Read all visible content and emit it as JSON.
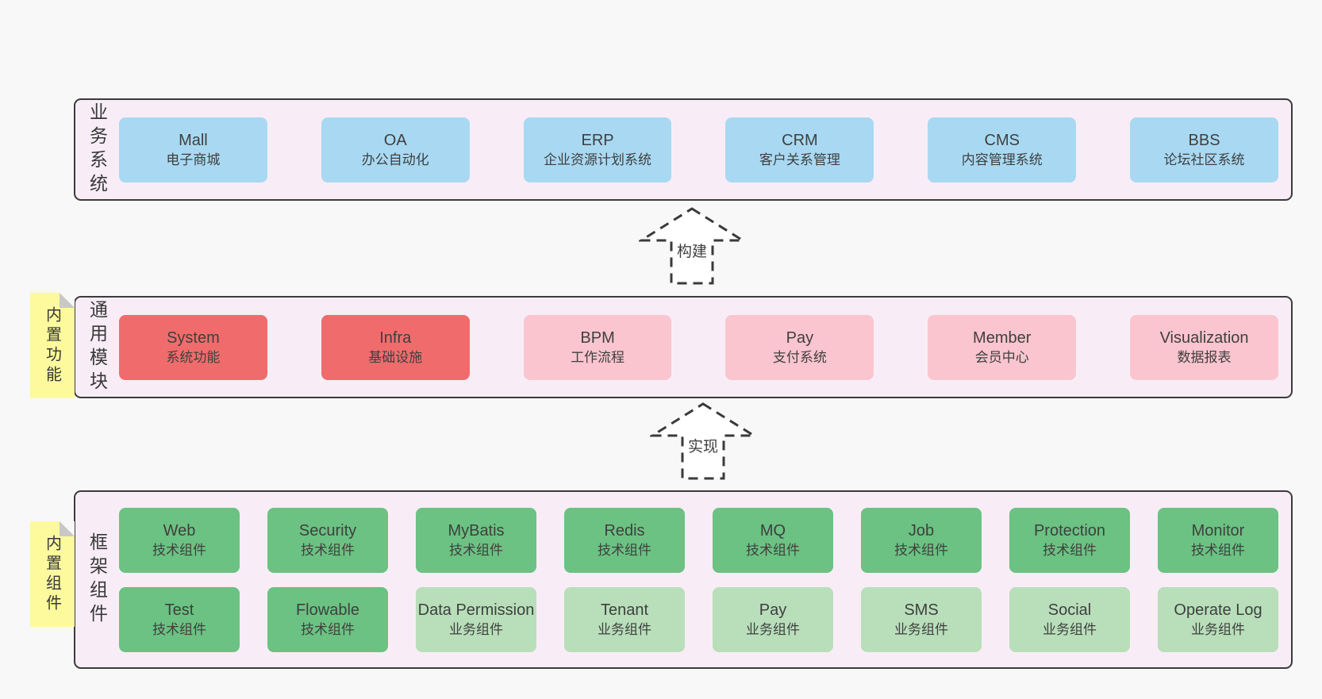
{
  "colors": {
    "page_bg": "#f8f8f8",
    "band_bg": "#f8edf6",
    "band_border": "#3b3b3b",
    "box_blue": "#a9d9f2",
    "box_red": "#f06c6c",
    "box_pink": "#fac5cf",
    "box_green": "#6bc282",
    "box_lightgreen": "#b8dfba",
    "note_yellow": "#fcfa9d",
    "note_fold_gray": "#c8c8c8",
    "text": "#3f3f3f"
  },
  "arrows": [
    {
      "id": "build",
      "label": "构建"
    },
    {
      "id": "implement",
      "label": "实现"
    }
  ],
  "bands": [
    {
      "id": "business",
      "side_label": "业务系统",
      "note": null,
      "cols": 6,
      "rows": [
        [
          {
            "name": "Mall",
            "desc": "电子商城",
            "type": "blue"
          },
          {
            "name": "OA",
            "desc": "办公自动化",
            "type": "blue"
          },
          {
            "name": "ERP",
            "desc": "企业资源计划系统",
            "type": "blue"
          },
          {
            "name": "CRM",
            "desc": "客户关系管理",
            "type": "blue"
          },
          {
            "name": "CMS",
            "desc": "内容管理系统",
            "type": "blue"
          },
          {
            "name": "BBS",
            "desc": "论坛社区系统",
            "type": "blue"
          }
        ]
      ]
    },
    {
      "id": "modules",
      "side_label": "通用模块",
      "note": "内置功能",
      "cols": 6,
      "rows": [
        [
          {
            "name": "System",
            "desc": "系统功能",
            "type": "red"
          },
          {
            "name": "Infra",
            "desc": "基础设施",
            "type": "red"
          },
          {
            "name": "BPM",
            "desc": "工作流程",
            "type": "pink"
          },
          {
            "name": "Pay",
            "desc": "支付系统",
            "type": "pink"
          },
          {
            "name": "Member",
            "desc": "会员中心",
            "type": "pink"
          },
          {
            "name": "Visualization",
            "desc": "数据报表",
            "type": "pink"
          }
        ]
      ]
    },
    {
      "id": "components",
      "side_label": "框架组件",
      "note": "内置组件",
      "cols": 8,
      "rows": [
        [
          {
            "name": "Web",
            "desc": "技术组件",
            "type": "green"
          },
          {
            "name": "Security",
            "desc": "技术组件",
            "type": "green"
          },
          {
            "name": "MyBatis",
            "desc": "技术组件",
            "type": "green"
          },
          {
            "name": "Redis",
            "desc": "技术组件",
            "type": "green"
          },
          {
            "name": "MQ",
            "desc": "技术组件",
            "type": "green"
          },
          {
            "name": "Job",
            "desc": "技术组件",
            "type": "green"
          },
          {
            "name": "Protection",
            "desc": "技术组件",
            "type": "green"
          },
          {
            "name": "Monitor",
            "desc": "技术组件",
            "type": "green"
          }
        ],
        [
          {
            "name": "Test",
            "desc": "技术组件",
            "type": "green"
          },
          {
            "name": "Flowable",
            "desc": "技术组件",
            "type": "green"
          },
          {
            "name": "Data Permission",
            "desc": "业务组件",
            "type": "lightgreen"
          },
          {
            "name": "Tenant",
            "desc": "业务组件",
            "type": "lightgreen"
          },
          {
            "name": "Pay",
            "desc": "业务组件",
            "type": "lightgreen"
          },
          {
            "name": "SMS",
            "desc": "业务组件",
            "type": "lightgreen"
          },
          {
            "name": "Social",
            "desc": "业务组件",
            "type": "lightgreen"
          },
          {
            "name": "Operate Log",
            "desc": "业务组件",
            "type": "lightgreen"
          }
        ]
      ]
    }
  ]
}
